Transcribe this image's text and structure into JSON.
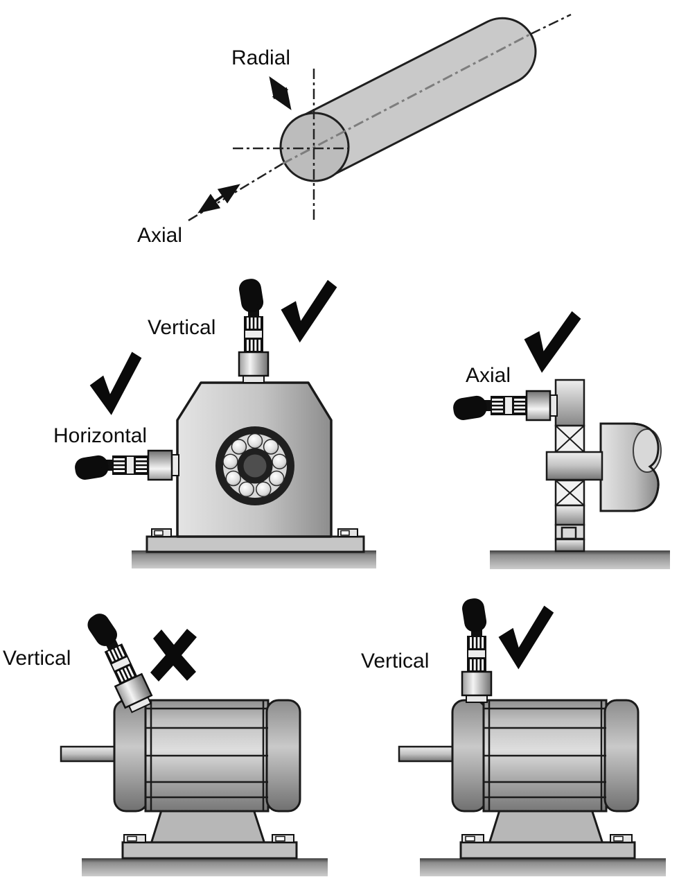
{
  "diagram": {
    "type": "accelerometer-mounting-orientation",
    "shaft_figure": {
      "radial_label": "Radial",
      "axial_label": "Axial"
    },
    "bearing_housing_figure": {
      "vertical_label": "Vertical",
      "horizontal_label": "Horizontal",
      "vertical_mark": "check",
      "horizontal_mark": "check"
    },
    "axial_mount_figure": {
      "axial_label": "Axial",
      "mark": "check"
    },
    "motor_incorrect_figure": {
      "vertical_label": "Vertical",
      "mark": "x"
    },
    "motor_correct_figure": {
      "vertical_label": "Vertical",
      "mark": "check"
    },
    "colors": {
      "outline": "#1a1a1a",
      "mark": "#0a0a0a",
      "metal_light": "#f2f2f2",
      "metal_mid": "#c6c6c6",
      "metal_dark": "#7d7d7d",
      "ground_dark": "#454545"
    }
  }
}
